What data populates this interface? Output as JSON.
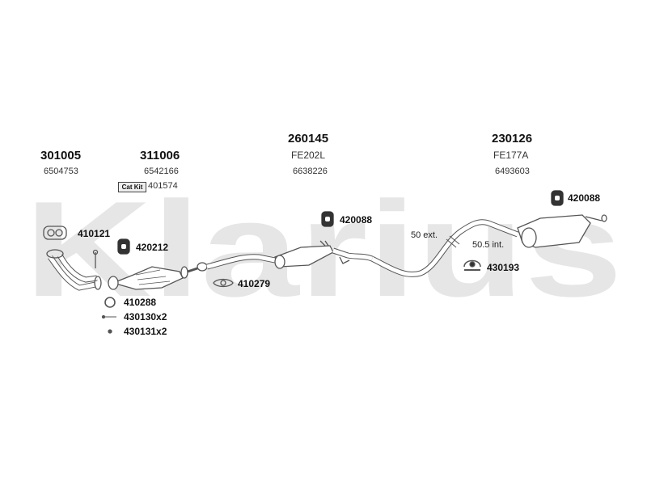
{
  "watermark": {
    "text": "Klarius",
    "color": "#e6e6e6"
  },
  "assemblies": [
    {
      "code": "301005",
      "oem": "6504753"
    },
    {
      "code": "311006",
      "oem": "6542166"
    },
    {
      "code": "260145",
      "type": "FE202L",
      "oem": "6638226"
    },
    {
      "code": "230126",
      "type": "FE177A",
      "oem": "6493603"
    }
  ],
  "cat_kit": {
    "badge": "Cat Kit",
    "number": "401574"
  },
  "parts": {
    "p410121": "410121",
    "p420212": "420212",
    "p420088_mid": "420088",
    "p420088_right": "420088",
    "p410279": "410279",
    "p410288": "410288",
    "p430130": "430130x2",
    "p430131": "430131x2",
    "p430193": "430193"
  },
  "notes": {
    "ext": "50 ext.",
    "int": "50.5 int."
  },
  "colors": {
    "line": "#555555",
    "part_fill": "#ffffff",
    "accent_fill": "#333333"
  }
}
